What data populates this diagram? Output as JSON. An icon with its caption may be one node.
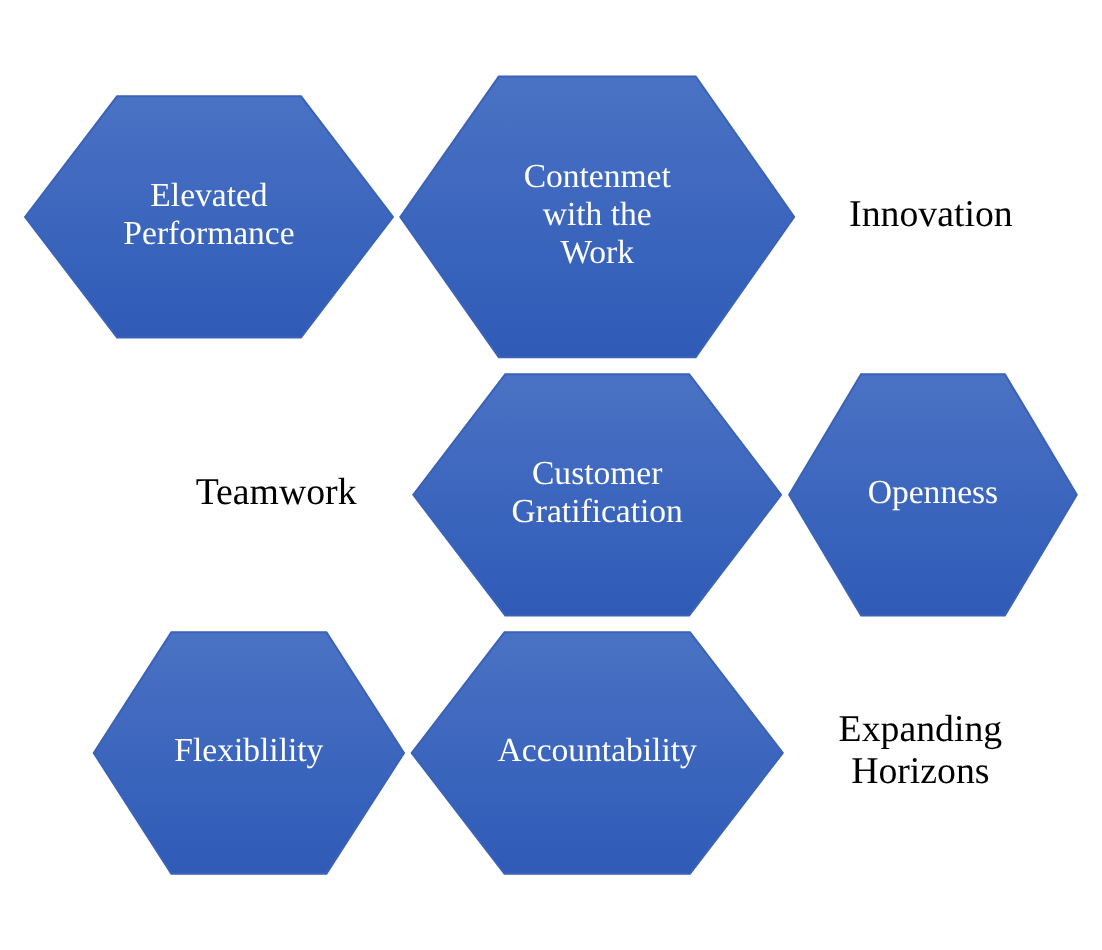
{
  "diagram": {
    "nodes": [
      {
        "text": [
          "Elevated Performance"
        ]
      },
      {
        "text": [
          "Contenmet with the Work"
        ]
      },
      {
        "text": [
          "Customer Gratification"
        ]
      },
      {
        "text": [
          "Openness"
        ]
      },
      {
        "text": [
          "Flexiblility"
        ]
      },
      {
        "text": [
          "Accountability"
        ]
      }
    ],
    "edges": [],
    "labels": [
      "Innovation",
      "Teamwork",
      "Expanding Horizons"
    ]
  }
}
